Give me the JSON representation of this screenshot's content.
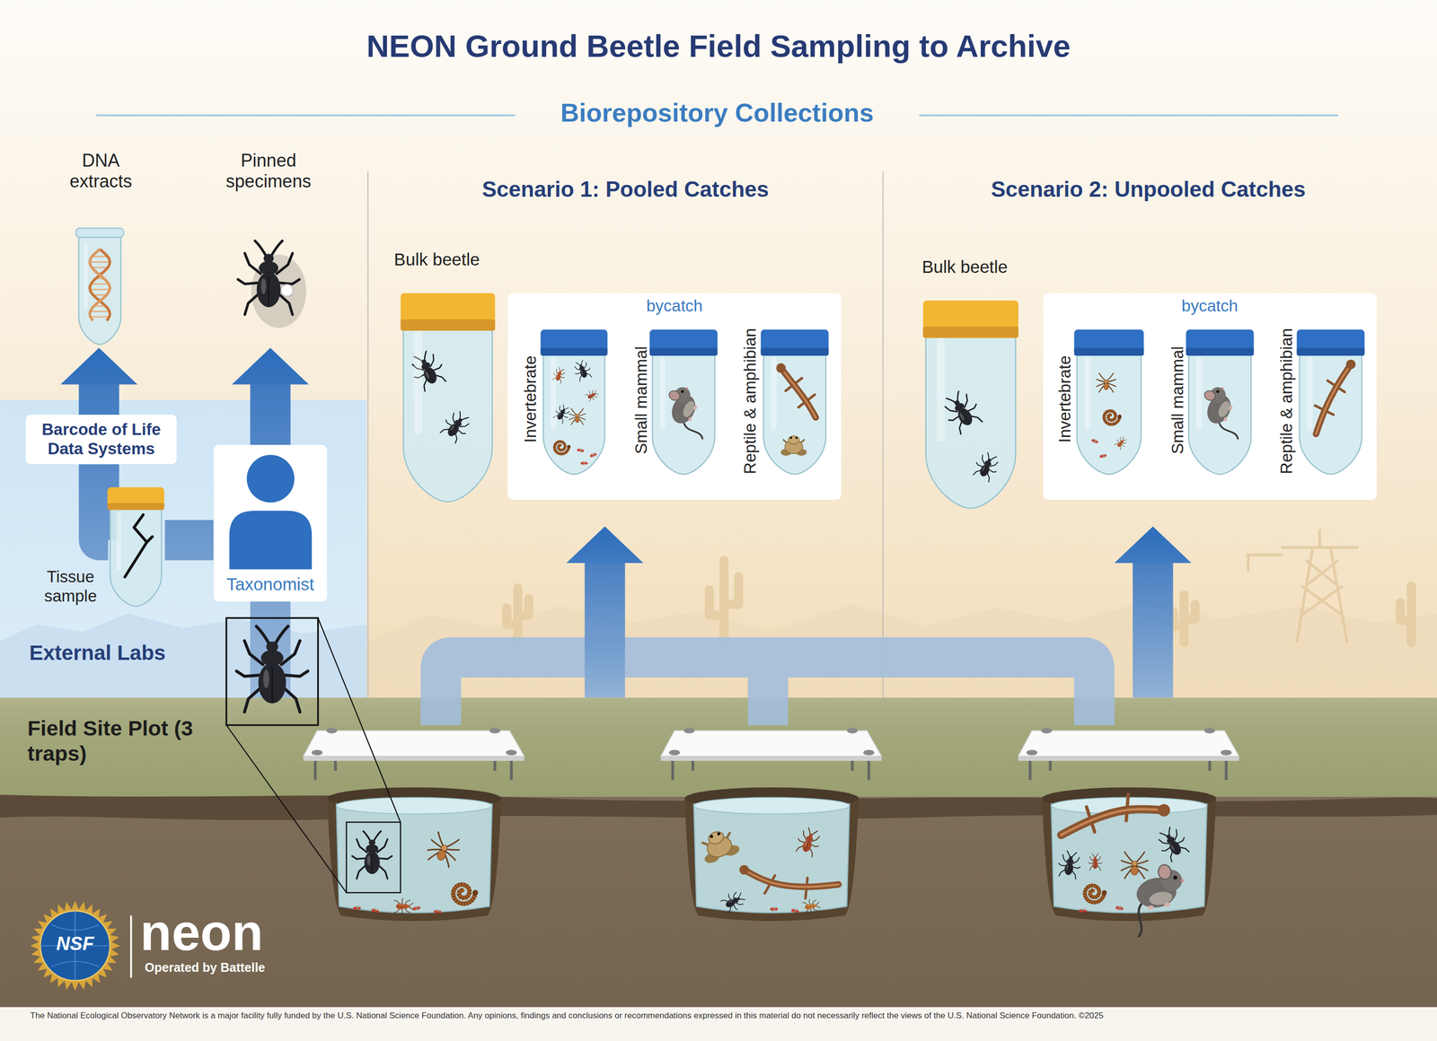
{
  "diagram": {
    "title": "NEON Ground Beetle Field Sampling to Archive",
    "nodes": [
      {
        "text": [
          "DNA extracts"
        ]
      },
      {
        "text": [
          "Pinned specimens"
        ]
      },
      {
        "text": [
          "External Labs"
        ]
      },
      {
        "text": [
          "Barcode of Life Data Systems"
        ],
        "in": 2
      },
      {
        "text": [
          "Tissue sample"
        ],
        "in": 2
      },
      {
        "text": [
          "Taxonomist"
        ],
        "in": 2
      },
      {
        "text": [
          "Scenario 1: Pooled Catches"
        ]
      },
      {
        "text": [
          "Bulk beetle"
        ],
        "in": 6
      },
      {
        "text": [
          "bycatch"
        ],
        "in": 6
      },
      {
        "text": [
          "Invertebrate"
        ],
        "in": 8
      },
      {
        "text": [
          "Small mammal"
        ],
        "in": 8
      },
      {
        "text": [
          "Reptile & amphibian"
        ],
        "in": 8
      },
      {
        "text": [
          "Scenario 2: Unpooled Catches"
        ]
      },
      {
        "text": [
          "Bulk beetle"
        ],
        "in": 12
      },
      {
        "text": [
          "bycatch"
        ],
        "in": 12
      },
      {
        "text": [
          "Invertebrate"
        ],
        "in": 14
      },
      {
        "text": [
          "Small mammal"
        ],
        "in": 14
      },
      {
        "text": [
          "Reptile & amphibian"
        ],
        "in": 14
      },
      {
        "text": [
          "Field Site Plot (3 traps)"
        ]
      }
    ],
    "edges": [
      {
        "from": 18,
        "to": 5,
        "arrow": "none"
      },
      {
        "from": 5,
        "to": 1,
        "arrow": "to"
      },
      {
        "from": 5,
        "to": 4,
        "arrow": "none"
      },
      {
        "from": 4,
        "to": 3,
        "arrow": "none"
      },
      {
        "from": 3,
        "to": 0,
        "arrow": "to"
      },
      {
        "from": 18,
        "to": 6,
        "arrow": "to"
      },
      {
        "from": 18,
        "to": 12,
        "arrow": "to"
      }
    ],
    "labels": [
      "Biorepository Collections",
      "NSF",
      "neon",
      "Operated by Battelle",
      "The National Ecological Observatory Network is a major facility fully funded by the U.S. National Science Foundation. Any opinions, findings and conclusions or recommendations expressed in this material do not necessarily reflect the views of the U.S. National Science Foundation. ©2025"
    ]
  }
}
